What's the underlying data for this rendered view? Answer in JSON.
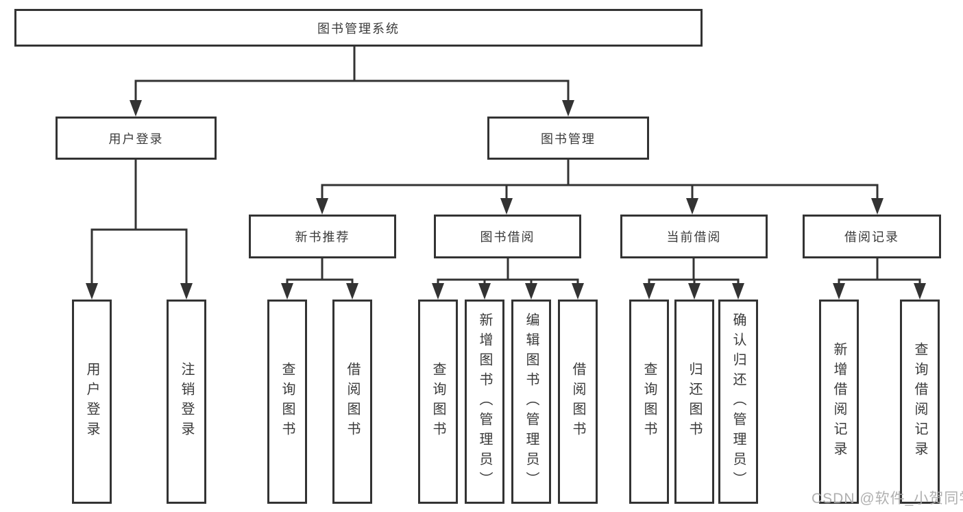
{
  "colors": {
    "background": "#ffffff",
    "box_border": "#333333",
    "connector_line": "#333333",
    "text": "#3a3a3a",
    "watermark": "#a9a9a9"
  },
  "tree": {
    "root": {
      "label": "图书管理系统",
      "children": [
        {
          "label": "用户登录",
          "children": [
            {
              "label": "用户登录"
            },
            {
              "label": "注销登录"
            }
          ]
        },
        {
          "label": "图书管理",
          "children": [
            {
              "label": "新书推荐",
              "children": [
                {
                  "label": "查询图书"
                },
                {
                  "label": "借阅图书"
                }
              ]
            },
            {
              "label": "图书借阅",
              "children": [
                {
                  "label": "查询图书"
                },
                {
                  "label": "新增图书（管理员）"
                },
                {
                  "label": "编辑图书（管理员）"
                },
                {
                  "label": "借阅图书"
                }
              ]
            },
            {
              "label": "当前借阅",
              "children": [
                {
                  "label": "查询图书"
                },
                {
                  "label": "归还图书"
                },
                {
                  "label": "确认归还（管理员）"
                }
              ]
            },
            {
              "label": "借阅记录",
              "children": [
                {
                  "label": "新增借阅记录"
                },
                {
                  "label": "查询借阅记录"
                }
              ]
            }
          ]
        }
      ]
    }
  },
  "watermark": {
    "text": "CSDN @软件_小贺同学"
  }
}
